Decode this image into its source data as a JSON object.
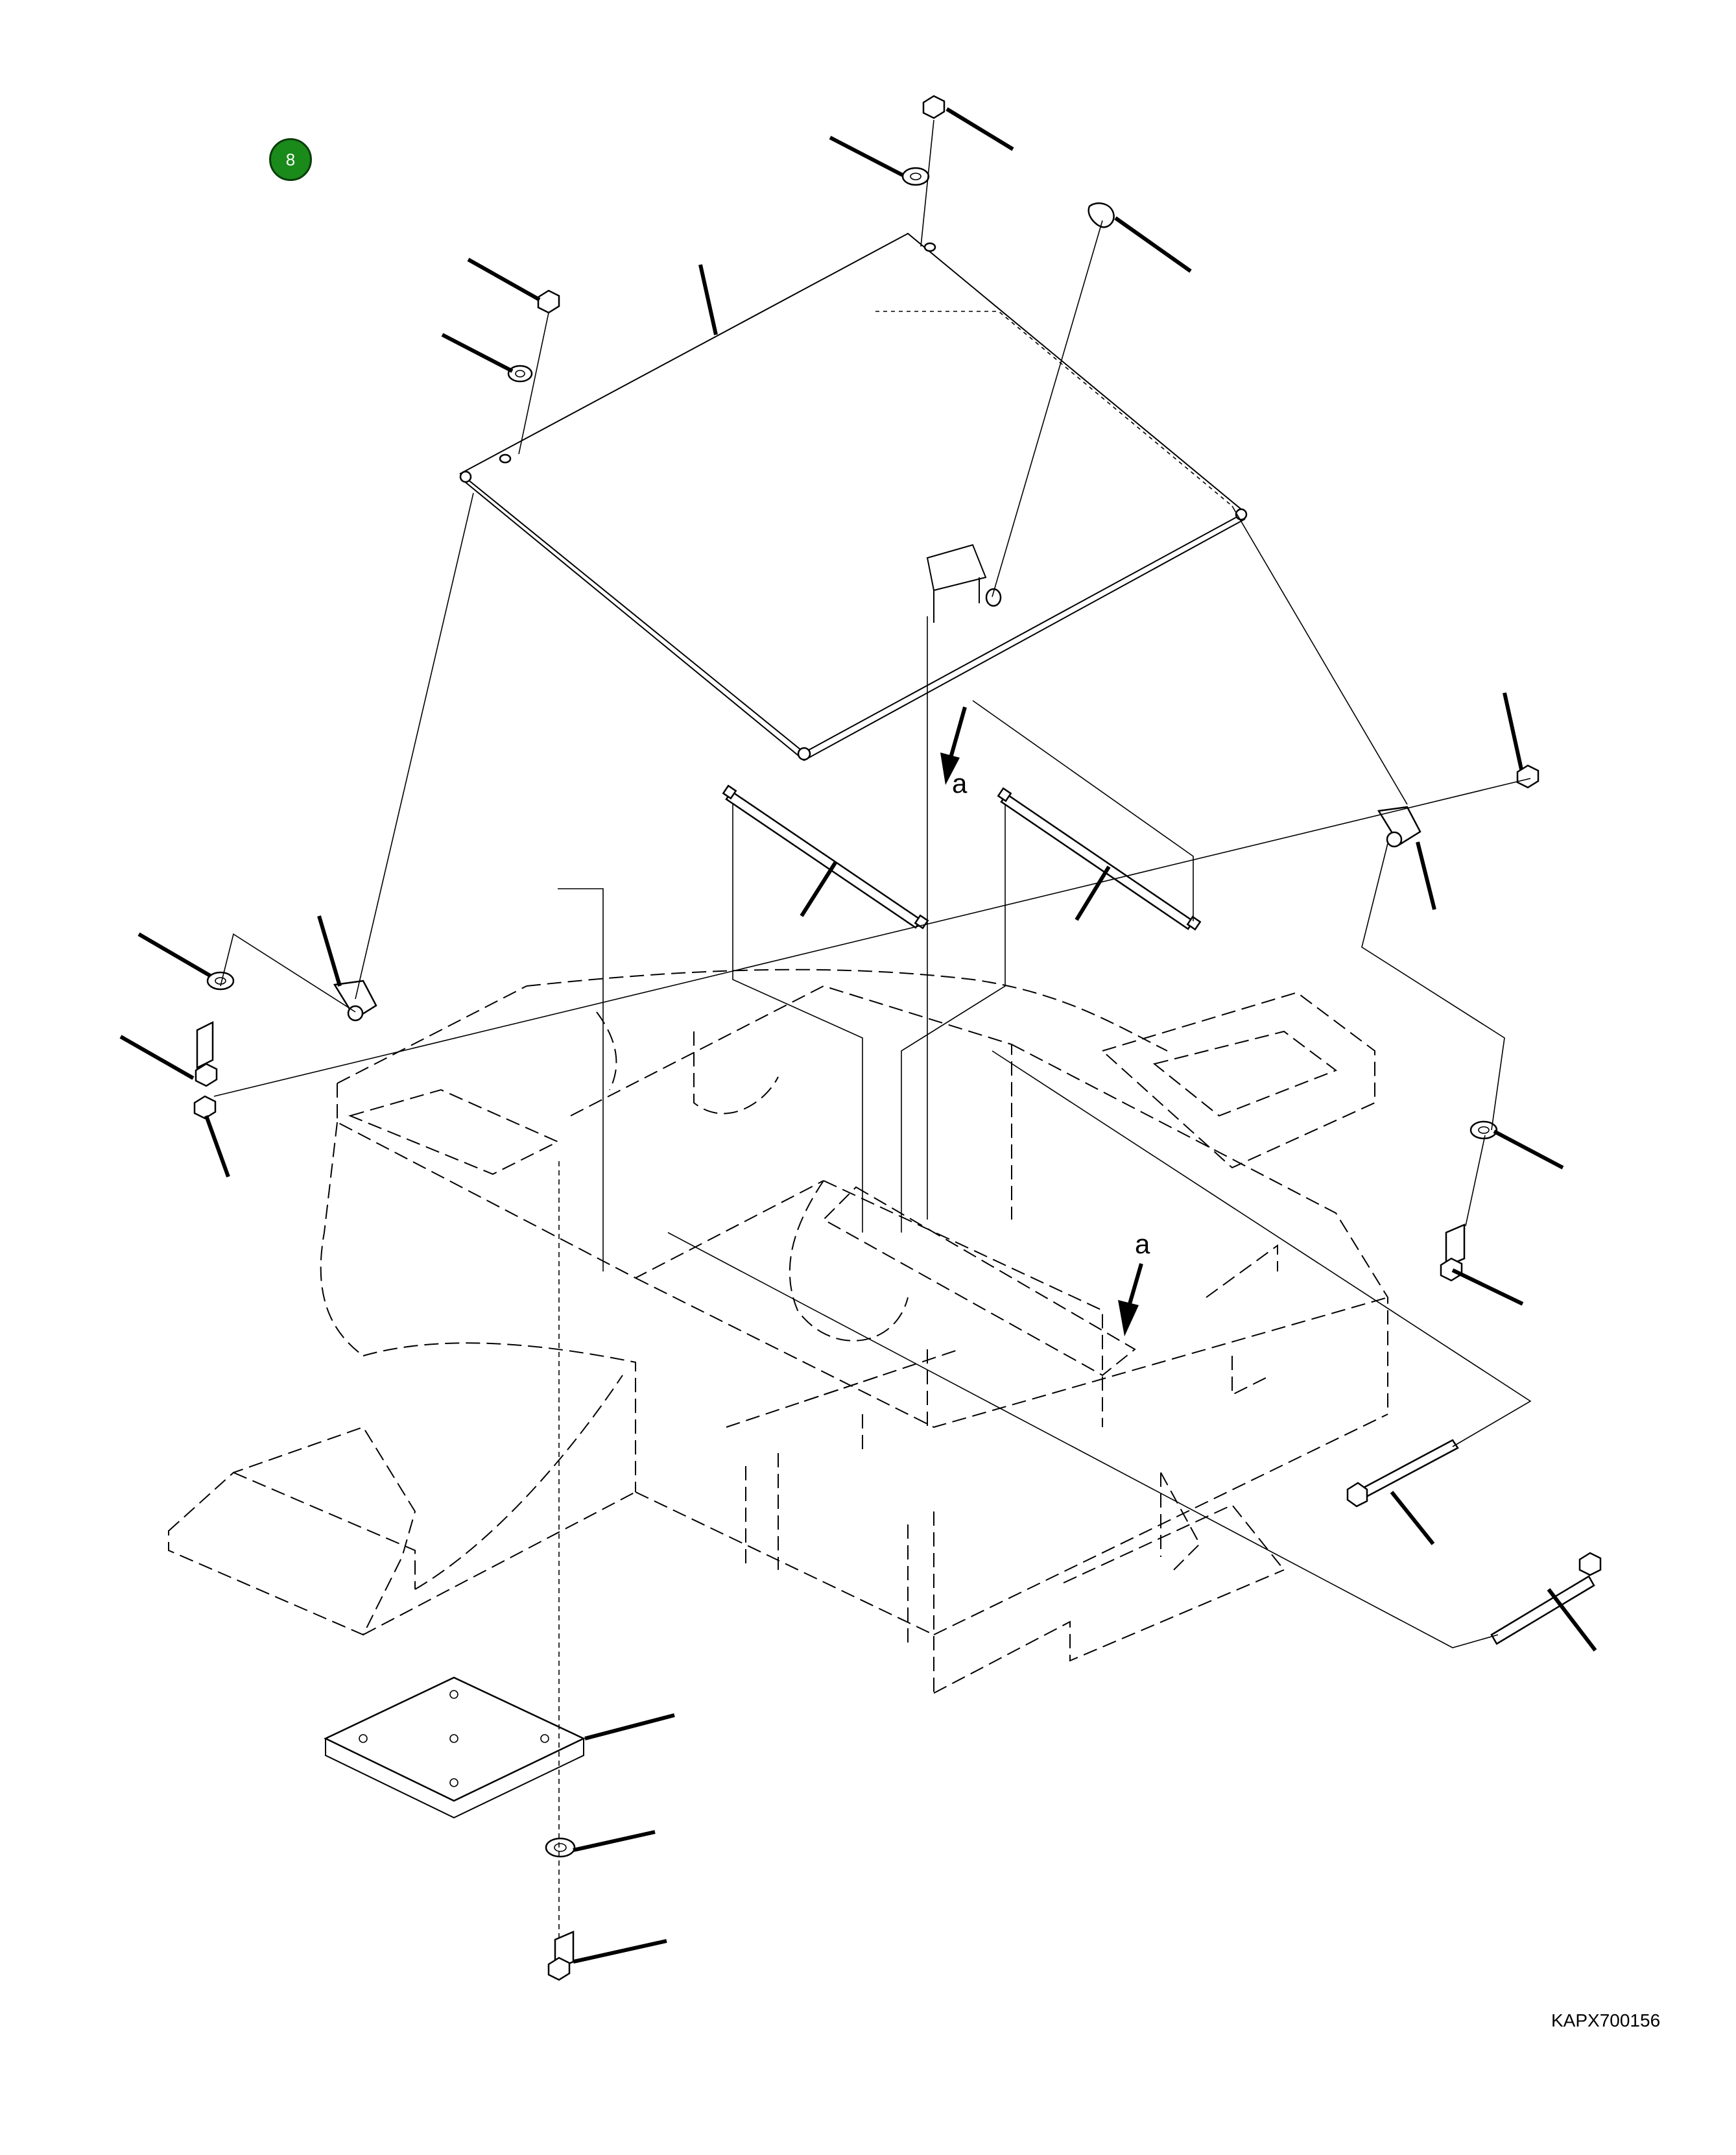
{
  "sheet": {
    "figure_badge": "8",
    "drawing_code": "KAPX700156",
    "view_letters": [
      "a",
      "a"
    ]
  }
}
